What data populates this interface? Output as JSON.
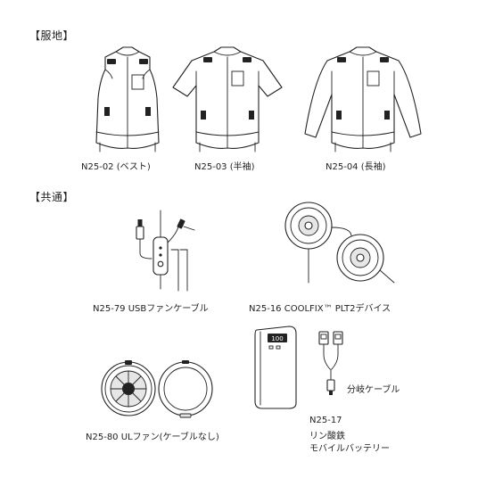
{
  "sections": {
    "fabric": "【服地】",
    "common": "【共通】"
  },
  "items": {
    "vest": "N25-02 (ベスト)",
    "half_sleeve": "N25-03 (半袖)",
    "long_sleeve": "N25-04 (長袖)",
    "usb_cable": "N25-79 USBファンケーブル",
    "device": "N25-16 COOLFIX™ PLT2デバイス",
    "battery_code": "N25-17",
    "battery_line1": "リン酸鉄",
    "battery_line2": "モバイルバッテリー",
    "splitter": "分岐ケーブル",
    "fan": "N25-80 ULファン(ケーブルなし)"
  }
}
